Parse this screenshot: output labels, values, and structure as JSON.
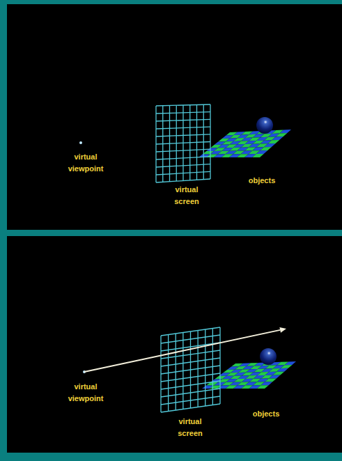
{
  "diagram": {
    "labels": [
      "virtual viewpoint",
      "virtual screen",
      "objects",
      "virtual viewpoint",
      "virtual screen",
      "objects"
    ]
  }
}
